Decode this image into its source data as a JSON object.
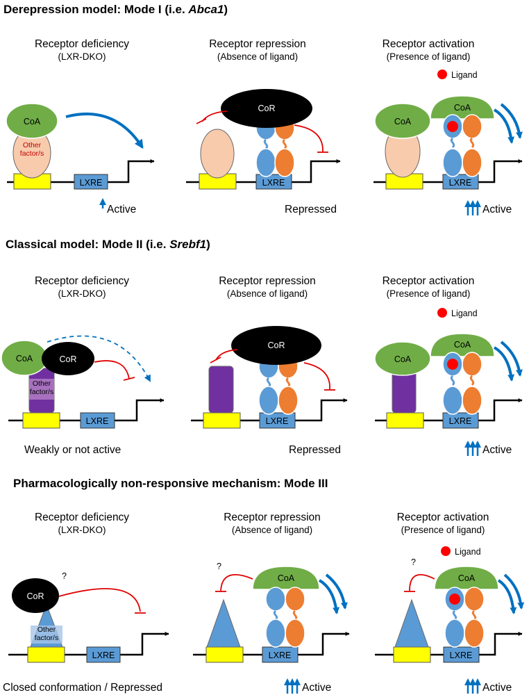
{
  "sections": [
    {
      "title_main": "Derepression model: Mode I (i.e. ",
      "title_gene": "Abca1",
      "title_end": ")",
      "panels": [
        {
          "heading": "Receptor deficiency",
          "subheading": "(LXR-DKO)",
          "status": "Active",
          "factor_label": "Other factor/s"
        },
        {
          "heading": "Receptor repression",
          "subheading": "(Absence of ligand)",
          "status": "Repressed"
        },
        {
          "heading": "Receptor activation",
          "subheading": "(Presence of ligand)",
          "status": "Active",
          "ligand_label": "Ligand"
        }
      ]
    },
    {
      "title_main": "Classical model: Mode II (i.e. ",
      "title_gene": "Srebf1",
      "title_end": ")",
      "panels": [
        {
          "heading": "Receptor deficiency",
          "subheading": "(LXR-DKO)",
          "status": "Weakly or not active",
          "factor_label": "Other factor/s"
        },
        {
          "heading": "Receptor repression",
          "subheading": "(Absence of ligand)",
          "status": "Repressed"
        },
        {
          "heading": "Receptor activation",
          "subheading": "(Presence of ligand)",
          "status": "Active",
          "ligand_label": "Ligand"
        }
      ]
    },
    {
      "title_main": "Pharmacologically non-responsive mechanism: Mode III",
      "title_gene": "",
      "title_end": "",
      "panels": [
        {
          "heading": "Receptor deficiency",
          "subheading": "(LXR-DKO)",
          "status": "Closed conformation / Repressed",
          "factor_label": "Other factor/s",
          "question": "?"
        },
        {
          "heading": "Receptor repression",
          "subheading": "(Absence of ligand)",
          "status": "Active",
          "question": "?"
        },
        {
          "heading": "Receptor activation",
          "subheading": "(Presence of ligand)",
          "status": "Active",
          "ligand_label": "Ligand",
          "question": "?"
        }
      ]
    }
  ],
  "labels": {
    "coa": "CoA",
    "cor": "CoR",
    "lxre": "LXRE"
  },
  "colors": {
    "coa_green": "#70ad47",
    "cor_black": "#000000",
    "lxr_blue": "#5b9bd5",
    "rxr_orange": "#ed7d31",
    "peach": "#f8cbad",
    "purple": "#7030a0",
    "yellow": "#ffff00",
    "arrow_blue": "#0070c0",
    "repress_red": "#e00000",
    "ligand_red": "#ff0000"
  }
}
